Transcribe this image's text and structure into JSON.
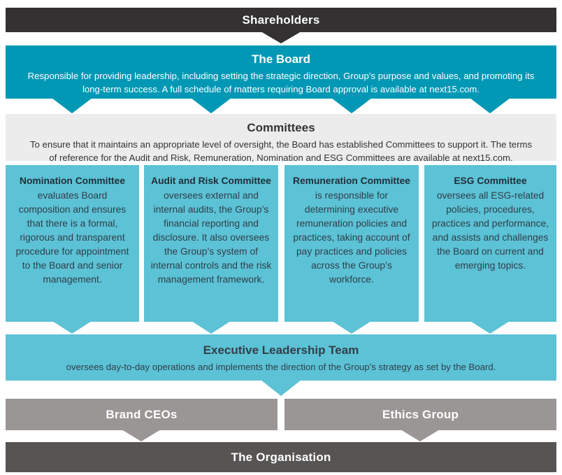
{
  "palette": {
    "dark_charcoal": "#333132",
    "board_teal": "#0098b5",
    "light_teal": "#5cc2d6",
    "band_gray": "#ececec",
    "mid_gray": "#999695",
    "dark_gray": "#575554",
    "text_dark": "#2f3e49",
    "text_white": "#ffffff"
  },
  "diagram": {
    "shareholders": {
      "title": "Shareholders"
    },
    "board": {
      "title": "The Board",
      "body": "Responsible for providing leadership, including setting the strategic direction, Group’s purpose and values, and promoting its long-term success. A full schedule of matters requiring Board approval is available at next15.com."
    },
    "committees": {
      "title": "Committees",
      "body": "To ensure that it maintains an appropriate level of oversight, the Board has established Committees to support it. The terms of reference for the Audit and Risk, Remuneration, Nomination and ESG Committees are available at next15.com."
    },
    "committee_boxes": [
      {
        "title": "Nomination Committee",
        "body": "evaluates Board composition and ensures that there is a formal, rigorous and transparent procedure for appointment to the Board and senior management."
      },
      {
        "title": "Audit and Risk Committee",
        "body": "oversees external and internal audits, the Group’s financial reporting and disclosure. It also oversees the Group’s system of internal controls and the risk management framework."
      },
      {
        "title": "Remuneration Committee",
        "body": "is responsible for determining executive remuneration policies and practices, taking account of pay practices and policies across the Group’s workforce."
      },
      {
        "title": "ESG Committee",
        "body": "oversees all ESG-related policies, procedures, practices and performance, and assists and challenges the Board on current and emerging topics."
      }
    ],
    "executive_leadership_team": {
      "title": "Executive Leadership Team",
      "body": "oversees day-to-day operations and implements the direction of the Group’s strategy as set by the Board."
    },
    "brand_ceos": {
      "title": "Brand CEOs"
    },
    "ethics_group": {
      "title": "Ethics Group"
    },
    "organisation": {
      "title": "The Organisation"
    }
  }
}
